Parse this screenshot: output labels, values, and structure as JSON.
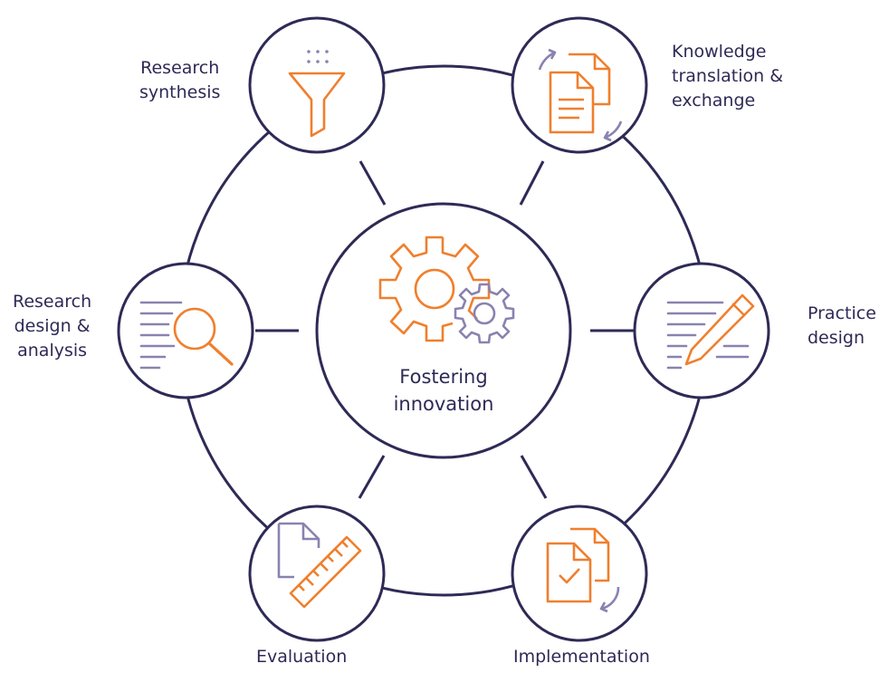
{
  "colors": {
    "ring": "#2e2a56",
    "accent": "#f07f2d",
    "muted": "#8a82b0",
    "background": "#ffffff"
  },
  "center": {
    "label": "Fostering\ninnovation",
    "icon": "gears-icon"
  },
  "nodes": [
    {
      "id": "research-synthesis",
      "label": "Research\nsynthesis",
      "icon": "funnel-icon"
    },
    {
      "id": "knowledge-translation",
      "label": "Knowledge\ntranslation &\nexchange",
      "icon": "documents-exchange-icon"
    },
    {
      "id": "practice-design",
      "label": "Practice\ndesign",
      "icon": "pencil-lines-icon"
    },
    {
      "id": "implementation",
      "label": "Implementation",
      "icon": "document-check-icon"
    },
    {
      "id": "evaluation",
      "label": "Evaluation",
      "icon": "document-ruler-icon"
    },
    {
      "id": "research-design",
      "label": "Research\ndesign &\nanalysis",
      "icon": "magnifier-lines-icon"
    }
  ]
}
